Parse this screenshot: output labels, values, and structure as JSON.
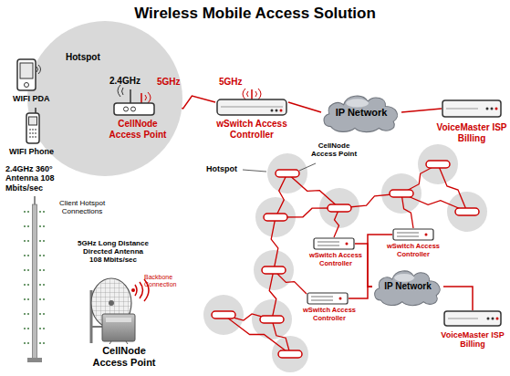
{
  "diagram": {
    "title": "Wireless Mobile Access Solution",
    "nodes": [
      {
        "text": [
          "Hotspot"
        ]
      },
      {
        "text": [
          "WIFI PDA"
        ],
        "in": 0
      },
      {
        "text": [
          "WIFI Phone"
        ],
        "in": 0
      },
      {
        "text": [
          "CellNode Access Point"
        ]
      },
      {
        "text": [
          "wSwitch Access Controller"
        ]
      },
      {
        "text": [
          "IP Network"
        ]
      },
      {
        "text": [
          "VoiceMaster ISP Billing"
        ]
      },
      {
        "text": [
          "wSwitch Access Controller"
        ]
      },
      {
        "text": [
          "wSwitch Access Controller"
        ]
      },
      {
        "text": [
          "wSwitch Access Controller"
        ]
      },
      {
        "text": [
          "IP Network"
        ]
      },
      {
        "text": [
          "VoiceMaster ISP Billing"
        ]
      }
    ],
    "edges": [
      {
        "from": 1,
        "to": 3,
        "arrow": "none"
      },
      {
        "from": 2,
        "to": 3,
        "arrow": "none"
      },
      {
        "from": 3,
        "to": 4,
        "arrow": "none"
      },
      {
        "from": 4,
        "to": 5,
        "arrow": "none"
      },
      {
        "from": 5,
        "to": 6,
        "arrow": "none"
      },
      {
        "from": 7,
        "to": 10,
        "arrow": "none"
      },
      {
        "from": 8,
        "to": 10,
        "arrow": "none"
      },
      {
        "from": 9,
        "to": 10,
        "arrow": "none"
      },
      {
        "from": 10,
        "to": 11,
        "arrow": "none"
      }
    ],
    "labels": [
      "2.4GHz",
      "5GHz",
      "5GHz",
      "2.4GHz 360° Antenna 108 Mbits/sec",
      "Client Hotspot Connections",
      "5GHz Long Distance Directed Antenna 108 Mbits/sec",
      "Backbone Connection",
      "CellNode Access Point",
      "Hotspot",
      "CellNode Access Point"
    ]
  }
}
